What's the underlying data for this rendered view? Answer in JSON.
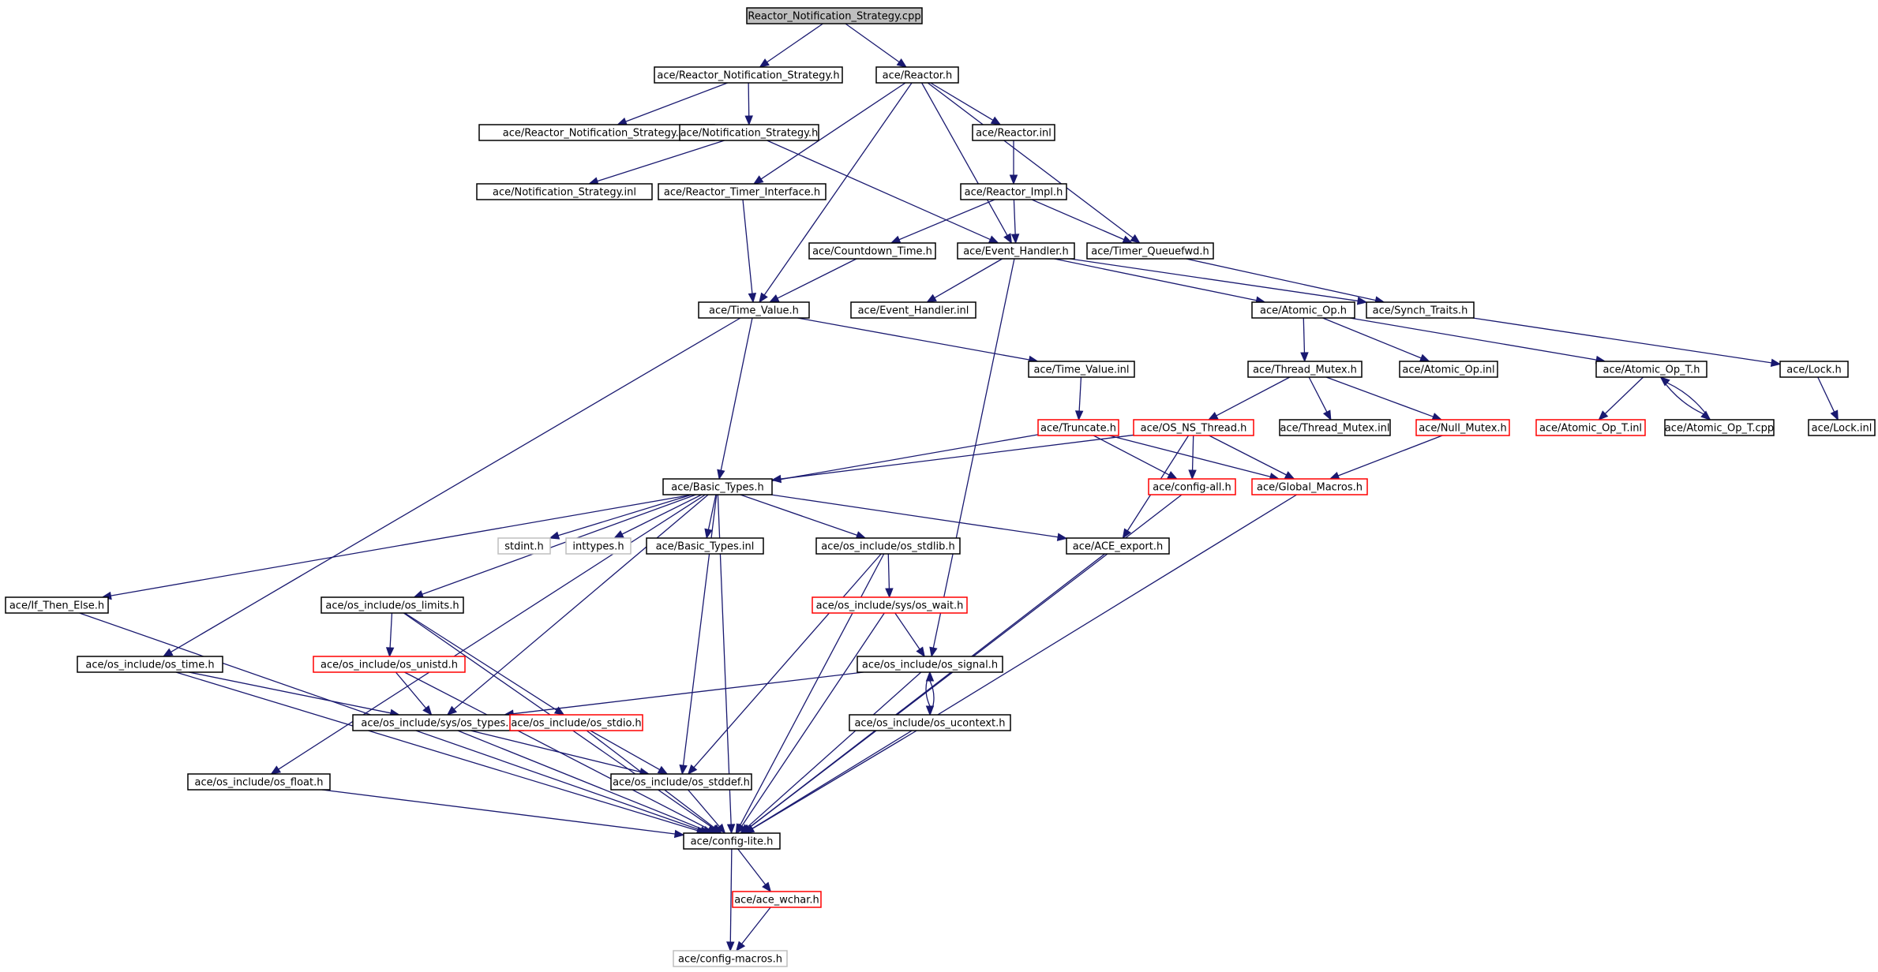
{
  "colors": {
    "edge": "#191970",
    "border_normal": "#000000",
    "border_red": "#ff0000",
    "border_gray": "#bfbfbf",
    "root_fill": "#bfbfbf"
  },
  "nodes": [
    {
      "id": "root",
      "label": "Reactor_Notification_Strategy.cpp",
      "style": "root"
    },
    {
      "id": "rns_h",
      "label": "ace/Reactor_Notification_Strategy.h",
      "style": "normal"
    },
    {
      "id": "reactor_h",
      "label": "ace/Reactor.h",
      "style": "normal"
    },
    {
      "id": "rns_inl",
      "label": "ace/Reactor_Notification_Strategy.inl",
      "style": "normal"
    },
    {
      "id": "ns_h",
      "label": "ace/Notification_Strategy.h",
      "style": "normal"
    },
    {
      "id": "reactor_inl",
      "label": "ace/Reactor.inl",
      "style": "normal"
    },
    {
      "id": "ns_inl",
      "label": "ace/Notification_Strategy.inl",
      "style": "normal"
    },
    {
      "id": "rti_h",
      "label": "ace/Reactor_Timer_Interface.h",
      "style": "normal"
    },
    {
      "id": "rimpl_h",
      "label": "ace/Reactor_Impl.h",
      "style": "normal"
    },
    {
      "id": "countdown_h",
      "label": "ace/Countdown_Time.h",
      "style": "normal"
    },
    {
      "id": "eh_h",
      "label": "ace/Event_Handler.h",
      "style": "normal"
    },
    {
      "id": "tqfwd_h",
      "label": "ace/Timer_Queuefwd.h",
      "style": "normal"
    },
    {
      "id": "tv_h",
      "label": "ace/Time_Value.h",
      "style": "normal"
    },
    {
      "id": "eh_inl",
      "label": "ace/Event_Handler.inl",
      "style": "normal"
    },
    {
      "id": "atomic_h",
      "label": "ace/Atomic_Op.h",
      "style": "normal"
    },
    {
      "id": "synch_h",
      "label": "ace/Synch_Traits.h",
      "style": "normal"
    },
    {
      "id": "tv_inl",
      "label": "ace/Time_Value.inl",
      "style": "normal"
    },
    {
      "id": "tmutex_h",
      "label": "ace/Thread_Mutex.h",
      "style": "normal"
    },
    {
      "id": "atomic_inl",
      "label": "ace/Atomic_Op.inl",
      "style": "normal"
    },
    {
      "id": "atomict_h",
      "label": "ace/Atomic_Op_T.h",
      "style": "normal"
    },
    {
      "id": "lock_h",
      "label": "ace/Lock.h",
      "style": "normal"
    },
    {
      "id": "truncate_h",
      "label": "ace/Truncate.h",
      "style": "red"
    },
    {
      "id": "osns_h",
      "label": "ace/OS_NS_Thread.h",
      "style": "red"
    },
    {
      "id": "tmutex_inl",
      "label": "ace/Thread_Mutex.inl",
      "style": "normal"
    },
    {
      "id": "nullmutex_h",
      "label": "ace/Null_Mutex.h",
      "style": "red"
    },
    {
      "id": "atomict_inl",
      "label": "ace/Atomic_Op_T.inl",
      "style": "red"
    },
    {
      "id": "atomict_cpp",
      "label": "ace/Atomic_Op_T.cpp",
      "style": "normal"
    },
    {
      "id": "lock_inl",
      "label": "ace/Lock.inl",
      "style": "normal"
    },
    {
      "id": "basic_h",
      "label": "ace/Basic_Types.h",
      "style": "normal"
    },
    {
      "id": "configall_h",
      "label": "ace/config-all.h",
      "style": "red"
    },
    {
      "id": "globalmacros_h",
      "label": "ace/Global_Macros.h",
      "style": "red"
    },
    {
      "id": "stdint_h",
      "label": "stdint.h",
      "style": "gray"
    },
    {
      "id": "inttypes_h",
      "label": "inttypes.h",
      "style": "gray"
    },
    {
      "id": "basic_inl",
      "label": "ace/Basic_Types.inl",
      "style": "normal"
    },
    {
      "id": "stdlib_h",
      "label": "ace/os_include/os_stdlib.h",
      "style": "normal"
    },
    {
      "id": "aceexport_h",
      "label": "ace/ACE_export.h",
      "style": "normal"
    },
    {
      "id": "ifthen_h",
      "label": "ace/If_Then_Else.h",
      "style": "normal"
    },
    {
      "id": "limits_h",
      "label": "ace/os_include/os_limits.h",
      "style": "normal"
    },
    {
      "id": "oswait_h",
      "label": "ace/os_include/sys/os_wait.h",
      "style": "red"
    },
    {
      "id": "ostime_h",
      "label": "ace/os_include/os_time.h",
      "style": "normal"
    },
    {
      "id": "unistd_h",
      "label": "ace/os_include/os_unistd.h",
      "style": "red"
    },
    {
      "id": "signal_h",
      "label": "ace/os_include/os_signal.h",
      "style": "normal"
    },
    {
      "id": "systypes_h",
      "label": "ace/os_include/sys/os_types.h",
      "style": "normal"
    },
    {
      "id": "stdio_h",
      "label": "ace/os_include/os_stdio.h",
      "style": "red"
    },
    {
      "id": "ucontext_h",
      "label": "ace/os_include/os_ucontext.h",
      "style": "normal"
    },
    {
      "id": "float_h",
      "label": "ace/os_include/os_float.h",
      "style": "normal"
    },
    {
      "id": "stddef_h",
      "label": "ace/os_include/os_stddef.h",
      "style": "normal"
    },
    {
      "id": "configlite_h",
      "label": "ace/config-lite.h",
      "style": "normal"
    },
    {
      "id": "wchar_h",
      "label": "ace/ace_wchar.h",
      "style": "red"
    },
    {
      "id": "configmacros_h",
      "label": "ace/config-macros.h",
      "style": "gray"
    }
  ],
  "edges": [
    [
      "root",
      "rns_h"
    ],
    [
      "root",
      "reactor_h"
    ],
    [
      "rns_h",
      "rns_inl"
    ],
    [
      "rns_h",
      "ns_h"
    ],
    [
      "ns_h",
      "ns_inl"
    ],
    [
      "ns_h",
      "eh_h"
    ],
    [
      "reactor_h",
      "rti_h"
    ],
    [
      "reactor_h",
      "tv_h"
    ],
    [
      "reactor_h",
      "eh_h"
    ],
    [
      "reactor_h",
      "reactor_inl"
    ],
    [
      "reactor_h",
      "tqfwd_h"
    ],
    [
      "reactor_inl",
      "rimpl_h"
    ],
    [
      "rimpl_h",
      "countdown_h"
    ],
    [
      "rimpl_h",
      "eh_h"
    ],
    [
      "rimpl_h",
      "tqfwd_h"
    ],
    [
      "rti_h",
      "tv_h"
    ],
    [
      "countdown_h",
      "tv_h"
    ],
    [
      "eh_h",
      "eh_inl"
    ],
    [
      "eh_h",
      "atomic_h"
    ],
    [
      "eh_h",
      "synch_h"
    ],
    [
      "eh_h",
      "signal_h"
    ],
    [
      "tqfwd_h",
      "synch_h"
    ],
    [
      "synch_h",
      "lock_h"
    ],
    [
      "tv_h",
      "tv_inl"
    ],
    [
      "tv_h",
      "basic_h"
    ],
    [
      "tv_h",
      "ostime_h"
    ],
    [
      "tv_inl",
      "truncate_h"
    ],
    [
      "truncate_h",
      "ifthen_h"
    ],
    [
      "truncate_h",
      "configall_h"
    ],
    [
      "truncate_h",
      "globalmacros_h"
    ],
    [
      "atomic_h",
      "tmutex_h"
    ],
    [
      "atomic_h",
      "atomic_inl"
    ],
    [
      "atomic_h",
      "atomict_h"
    ],
    [
      "tmutex_h",
      "osns_h"
    ],
    [
      "tmutex_h",
      "tmutex_inl"
    ],
    [
      "tmutex_h",
      "nullmutex_h"
    ],
    [
      "atomict_h",
      "atomict_inl"
    ],
    [
      "atomict_h",
      "atomict_cpp"
    ],
    [
      "atomict_cpp",
      "atomict_h"
    ],
    [
      "lock_h",
      "lock_inl"
    ],
    [
      "osns_h",
      "basic_h"
    ],
    [
      "osns_h",
      "configall_h"
    ],
    [
      "osns_h",
      "globalmacros_h"
    ],
    [
      "osns_h",
      "aceexport_h"
    ],
    [
      "nullmutex_h",
      "globalmacros_h"
    ],
    [
      "basic_h",
      "stdint_h"
    ],
    [
      "basic_h",
      "inttypes_h"
    ],
    [
      "basic_h",
      "basic_inl"
    ],
    [
      "basic_h",
      "stdlib_h"
    ],
    [
      "basic_h",
      "aceexport_h"
    ],
    [
      "basic_h",
      "limits_h"
    ],
    [
      "basic_h",
      "systypes_h"
    ],
    [
      "basic_h",
      "float_h"
    ],
    [
      "basic_h",
      "stddef_h"
    ],
    [
      "basic_h",
      "configlite_h"
    ],
    [
      "stdlib_h",
      "oswait_h"
    ],
    [
      "stdlib_h",
      "stddef_h"
    ],
    [
      "stdlib_h",
      "configlite_h"
    ],
    [
      "oswait_h",
      "signal_h"
    ],
    [
      "oswait_h",
      "configlite_h"
    ],
    [
      "aceexport_h",
      "configlite_h"
    ],
    [
      "configall_h",
      "configlite_h"
    ],
    [
      "globalmacros_h",
      "configlite_h"
    ],
    [
      "ifthen_h",
      "configlite_h"
    ],
    [
      "limits_h",
      "unistd_h"
    ],
    [
      "limits_h",
      "stdio_h"
    ],
    [
      "limits_h",
      "configlite_h"
    ],
    [
      "ostime_h",
      "systypes_h"
    ],
    [
      "ostime_h",
      "configlite_h"
    ],
    [
      "unistd_h",
      "systypes_h"
    ],
    [
      "unistd_h",
      "configlite_h"
    ],
    [
      "signal_h",
      "systypes_h"
    ],
    [
      "signal_h",
      "ucontext_h"
    ],
    [
      "ucontext_h",
      "signal_h"
    ],
    [
      "signal_h",
      "configlite_h"
    ],
    [
      "ucontext_h",
      "configlite_h"
    ],
    [
      "systypes_h",
      "stddef_h"
    ],
    [
      "systypes_h",
      "configlite_h"
    ],
    [
      "stdio_h",
      "stddef_h"
    ],
    [
      "stdio_h",
      "configlite_h"
    ],
    [
      "float_h",
      "configlite_h"
    ],
    [
      "stddef_h",
      "configlite_h"
    ],
    [
      "configlite_h",
      "wchar_h"
    ],
    [
      "configlite_h",
      "configmacros_h"
    ],
    [
      "wchar_h",
      "configmacros_h"
    ]
  ]
}
